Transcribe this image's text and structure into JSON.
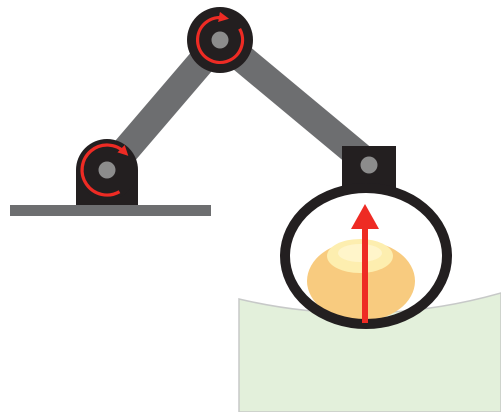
{
  "diagram": {
    "kind": "robot-arm-grasp",
    "colors": {
      "background": "#ffffff",
      "table": "#6d6e70",
      "link": "#6d6e70",
      "joint": "#231f20",
      "pin": "#8c8c8c",
      "rotation_arrow": "#ee2b24",
      "gripper_ring": "#231f20",
      "ground_fill": "#e3f0db",
      "ground_stroke": "#c7c9c8",
      "object_outer": "#f8cb7f",
      "object_inner": "#fdeeaf",
      "lift_arrow": "#ee2b24"
    },
    "parts": {
      "base_joint": {
        "icon": "rotation-arrow"
      },
      "elbow_joint": {
        "icon": "rotation-arrow"
      },
      "lift_arrow": {
        "direction": "up"
      }
    }
  }
}
